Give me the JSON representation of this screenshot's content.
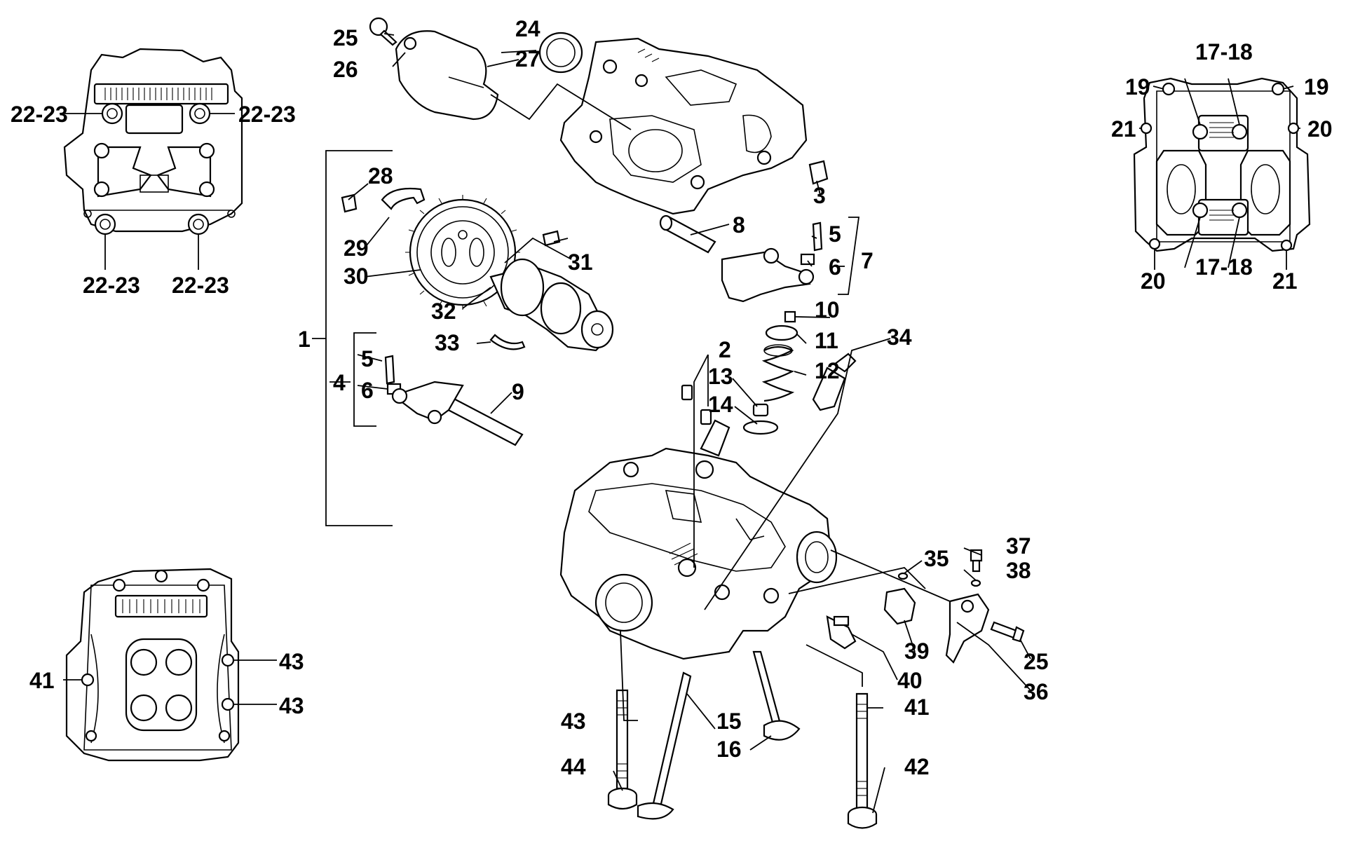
{
  "callouts": {
    "c1": "1",
    "c2": "2",
    "c3": "3",
    "c4": "4",
    "c5a": "5",
    "c5b": "5",
    "c6a": "6",
    "c6b": "6",
    "c7": "7",
    "c8": "8",
    "c9": "9",
    "c10": "10",
    "c11": "11",
    "c12": "12",
    "c13": "13",
    "c14": "14",
    "c15": "15",
    "c16": "16",
    "c17_18_top": "17-18",
    "c17_18_bottom": "17-18",
    "c19_left": "19",
    "c19_right": "19",
    "c20_right": "20",
    "c20_bottom": "20",
    "c21_left": "21",
    "c21_bottom": "21",
    "c22_23_tl": "22-23",
    "c22_23_tr": "22-23",
    "c22_23_bl": "22-23",
    "c22_23_br": "22-23",
    "c24": "24",
    "c25a": "25",
    "c25b": "25",
    "c26": "26",
    "c27": "27",
    "c28": "28",
    "c29": "29",
    "c30": "30",
    "c31": "31",
    "c32": "32",
    "c33": "33",
    "c34": "34",
    "c35": "35",
    "c36": "36",
    "c37": "37",
    "c38": "38",
    "c39": "39",
    "c40": "40",
    "c41a": "41",
    "c41b": "41",
    "c42": "42",
    "c43a": "43",
    "c43b": "43",
    "c43c": "43",
    "c44": "44"
  }
}
